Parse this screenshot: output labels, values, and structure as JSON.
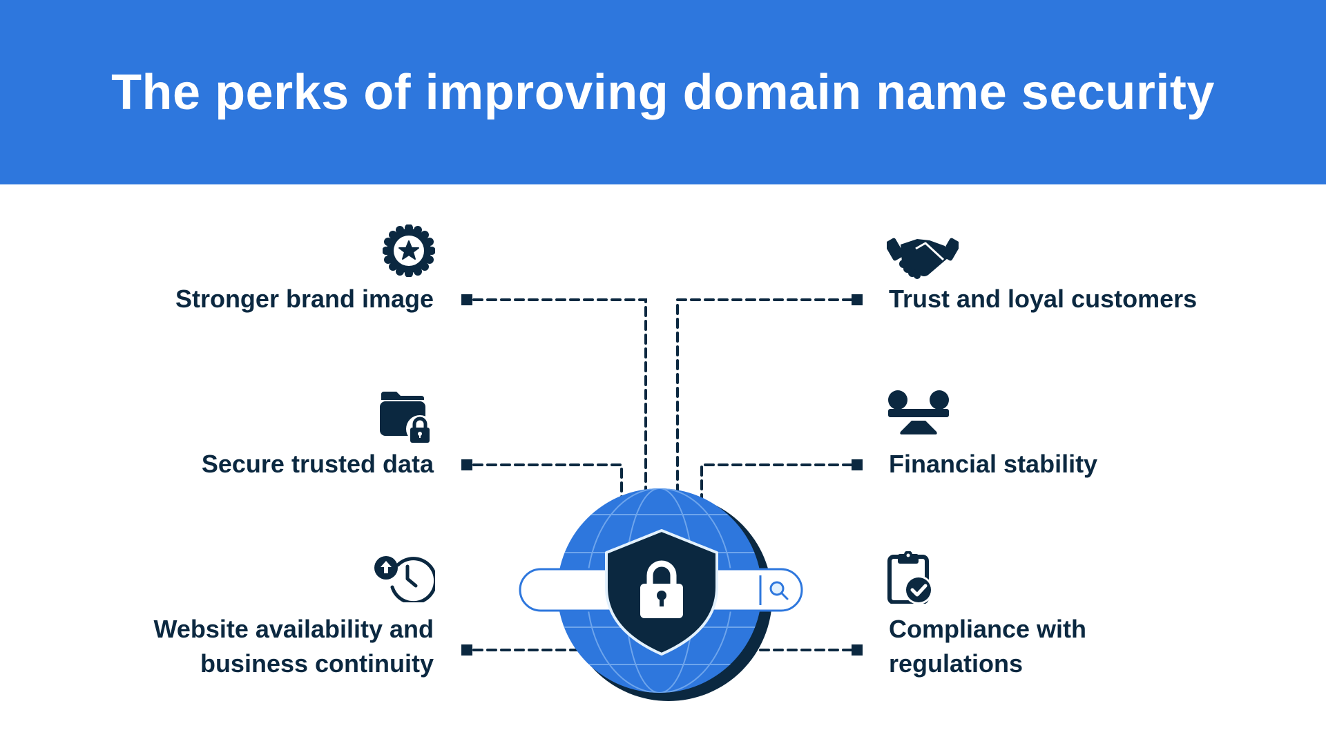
{
  "header": {
    "title": "The perks of improving domain name security",
    "background_color": "#2e77dd"
  },
  "colors": {
    "text": "#0b2840",
    "accent": "#2e77dd",
    "connector": "#0b2840"
  },
  "center_graphic": {
    "elements": [
      "globe-icon",
      "shield-icon",
      "padlock-icon",
      "search-bar",
      "magnifier-icon"
    ]
  },
  "perks": {
    "left": [
      {
        "label": "Stronger brand image",
        "icon": "award-badge-star-icon"
      },
      {
        "label": "Secure trusted data",
        "icon": "folder-lock-icon"
      },
      {
        "label_line1": "Website availability and",
        "label_line2": "business continuity",
        "icon": "clock-upload-icon"
      }
    ],
    "right": [
      {
        "label": "Trust and loyal customers",
        "icon": "handshake-icon"
      },
      {
        "label": "Financial stability",
        "icon": "balance-scale-icon"
      },
      {
        "label_line1": "Compliance with",
        "label_line2": "regulations",
        "icon": "clipboard-check-icon"
      }
    ]
  }
}
